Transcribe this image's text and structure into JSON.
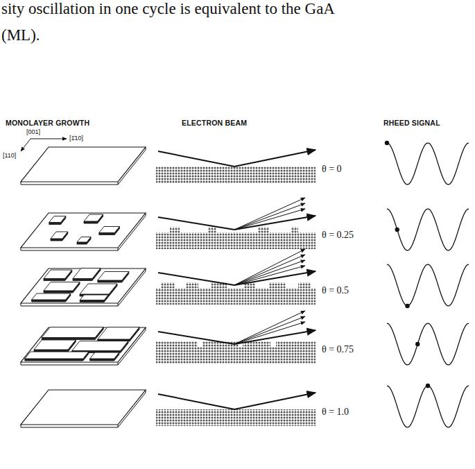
{
  "diagram": {
    "labels": [
      "sity oscillation in one cycle is equivalent to the GaA",
      "(ML).",
      "MONOLAYER GROWTH",
      "ELECTRON BEAM",
      "RHEED SIGNAL",
      "[001]",
      "[1̄10]",
      "[110]",
      "θ = 0",
      "θ = 0.25",
      "θ = 0.5",
      "θ = 0.75",
      "θ = 1.0"
    ]
  }
}
